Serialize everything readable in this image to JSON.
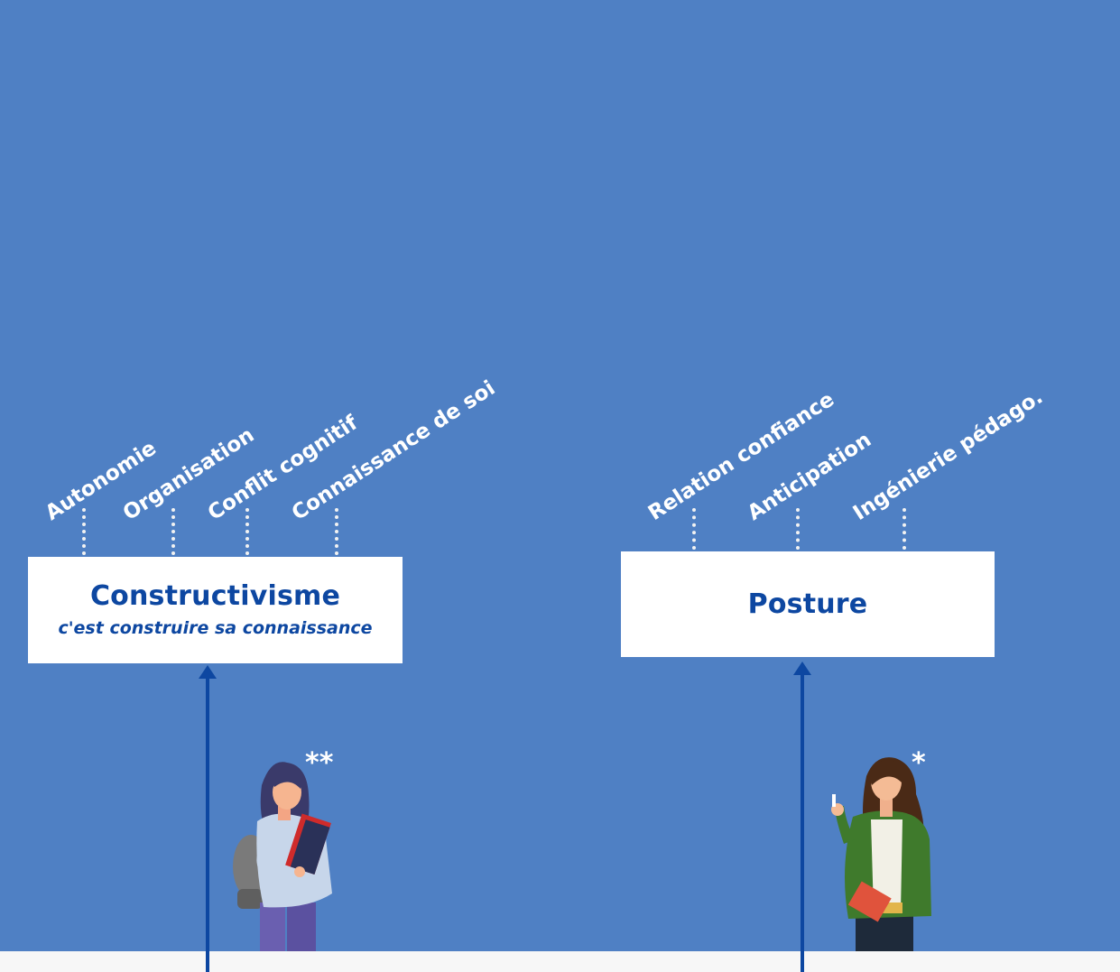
{
  "left_concept": {
    "title": "Constructivisme",
    "subtitle": "c'est construire sa connaissance",
    "branches": [
      "Autonomie",
      "Organisation",
      "Conflit cognitif",
      "Connaissance de soi"
    ],
    "marker": "**"
  },
  "right_concept": {
    "title": "Posture",
    "branches": [
      "Relation confiance",
      "Anticipation",
      "Ingénierie pédago."
    ],
    "marker": "*"
  },
  "colors": {
    "background": "#4f80c4",
    "box": "#ffffff",
    "title_text": "#0d47a1",
    "arrow": "#0d47a1",
    "branch_text": "#ffffff"
  }
}
